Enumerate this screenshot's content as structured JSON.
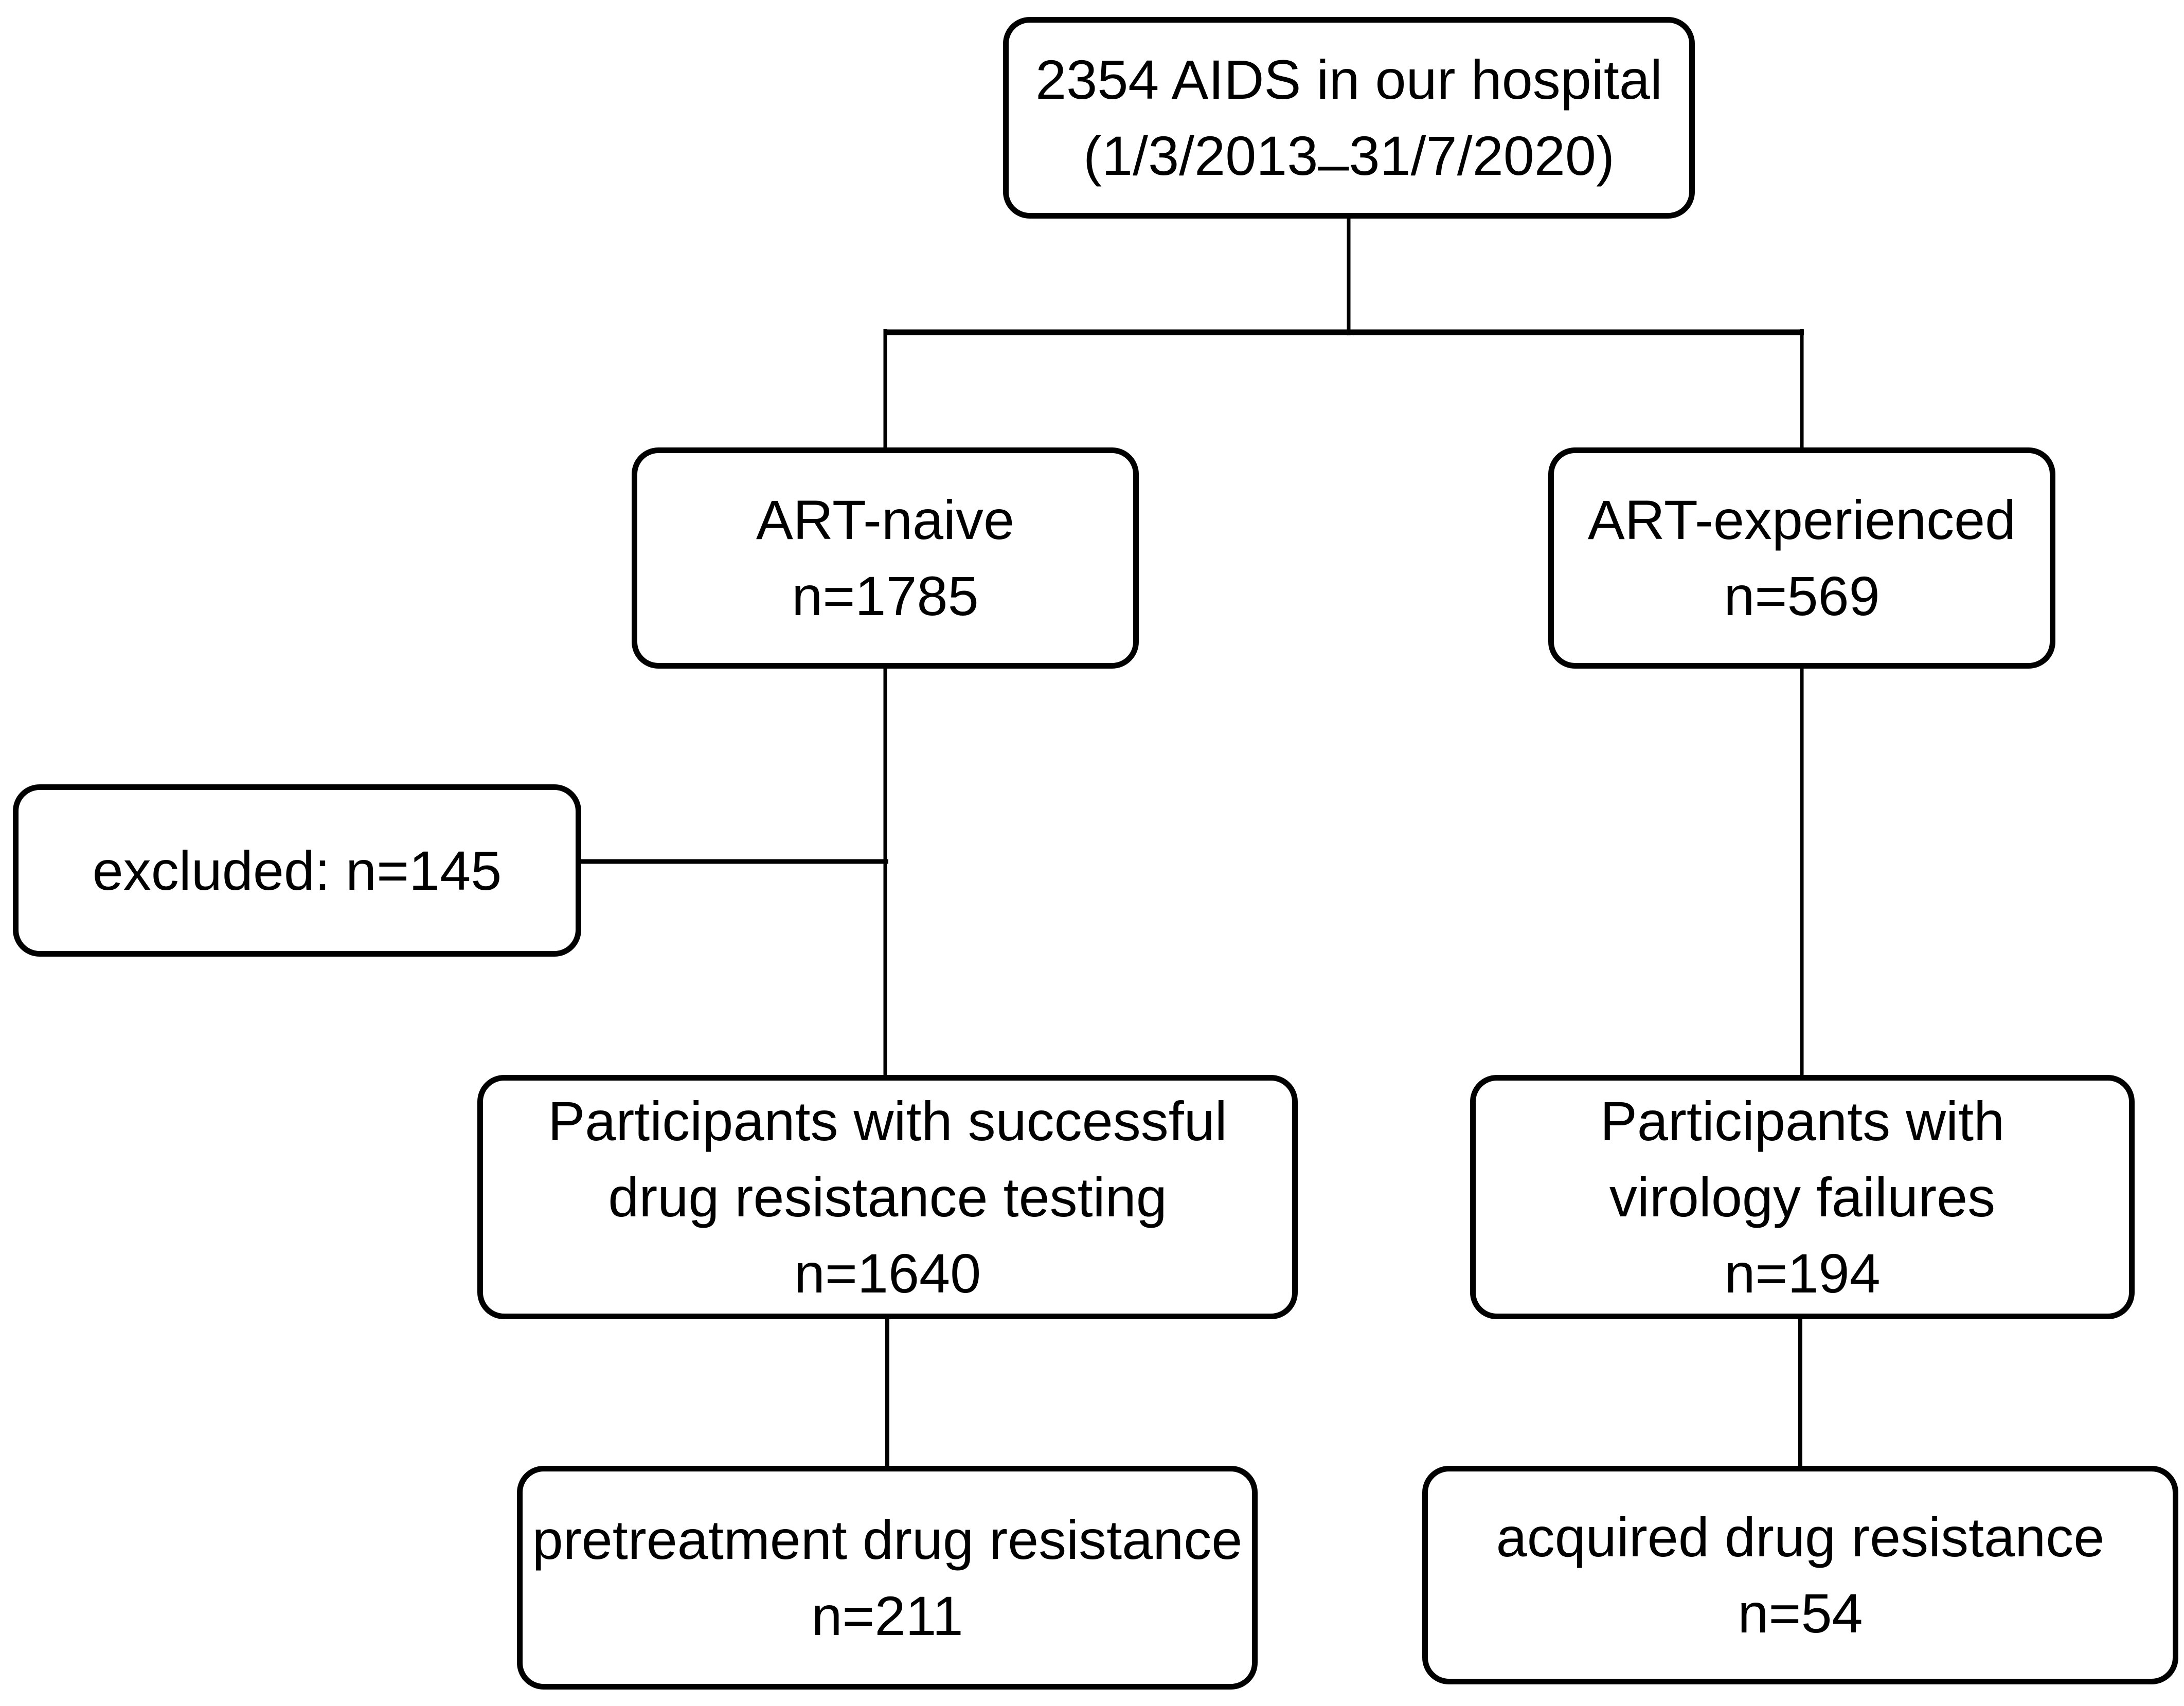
{
  "canvas": {
    "background": "#ffffff",
    "ink": "#000000"
  },
  "nodes": {
    "total": {
      "line1": "2354 AIDS in our hospital",
      "date_start": "(1/3/2013",
      "date_dash": "–",
      "date_end": "31/7/2020)"
    },
    "art_naive": {
      "lines": [
        "ART-naive",
        "n=1785"
      ]
    },
    "art_experienced": {
      "lines": [
        "ART-experienced",
        "n=569"
      ]
    },
    "excluded": {
      "lines": [
        "excluded: n=145"
      ]
    },
    "drt_success": {
      "lines": [
        "Participants with successful",
        "drug resistance testing",
        "n=1640"
      ]
    },
    "virology_failures": {
      "lines": [
        "Participants with",
        "virology failures",
        "n=194"
      ]
    },
    "pretreatment_dr": {
      "lines": [
        "pretreatment drug resistance",
        "n=211"
      ]
    },
    "acquired_dr": {
      "lines": [
        "acquired drug resistance",
        "n=54"
      ]
    }
  },
  "edges": [
    {
      "from": "total",
      "to": "art_naive"
    },
    {
      "from": "total",
      "to": "art_experienced"
    },
    {
      "from": "art_naive",
      "to": "excluded"
    },
    {
      "from": "art_naive",
      "to": "drt_success"
    },
    {
      "from": "art_experienced",
      "to": "virology_failures"
    },
    {
      "from": "drt_success",
      "to": "pretreatment_dr"
    },
    {
      "from": "virology_failures",
      "to": "acquired_dr"
    }
  ]
}
